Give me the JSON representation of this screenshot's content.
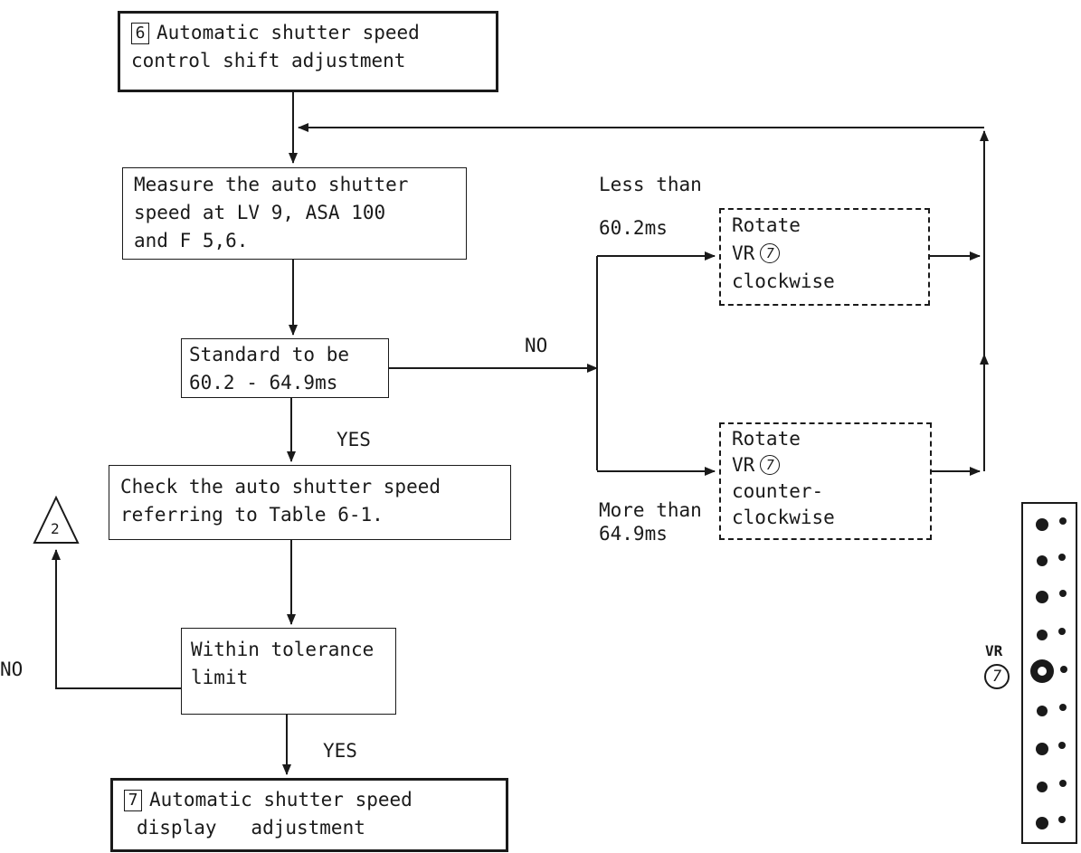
{
  "boxes": {
    "start": {
      "number": "6",
      "lines": [
        "Automatic shutter speed",
        "control shift adjustment"
      ]
    },
    "measure": {
      "lines": [
        "Measure the auto shutter",
        "speed at LV 9, ASA 100",
        "and F 5,6."
      ]
    },
    "standard": {
      "lines": [
        "Standard to be",
        "60.2 - 64.9ms"
      ]
    },
    "check": {
      "lines": [
        "Check the auto shutter speed",
        "referring to Table 6-1."
      ]
    },
    "tolerance": {
      "lines": [
        "Within tolerance",
        "limit"
      ]
    },
    "end": {
      "number": "7",
      "lines": [
        "Automatic shutter speed",
        "display   adjustment"
      ]
    },
    "rotate_cw": {
      "line1": "Rotate",
      "line2": "VR",
      "vr_number": "7",
      "line3": "clockwise"
    },
    "rotate_ccw": {
      "line1": "Rotate",
      "line2": "VR",
      "vr_number": "7",
      "line3": "counter-",
      "line4": "clockwise"
    }
  },
  "labels": {
    "less_than": "Less than",
    "less_value": "60.2ms",
    "more_than": "More than",
    "more_value": "64.9ms",
    "no_branch": "NO",
    "yes_standard": "YES",
    "yes_tolerance": "YES",
    "no_tolerance": "NO",
    "offpage_connector": "2"
  },
  "legend": {
    "vr_label": "VR",
    "vr_number": "7"
  }
}
